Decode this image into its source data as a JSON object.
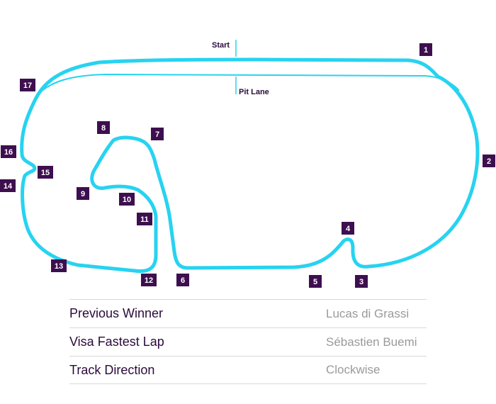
{
  "track": {
    "start_label": "Start",
    "pit_lane_label": "Pit Lane",
    "colors": {
      "track": "#27d3f0",
      "turn_box": "#3d0f4f",
      "text": "#2a0b3a"
    },
    "turns": [
      "1",
      "2",
      "3",
      "4",
      "5",
      "6",
      "7",
      "8",
      "9",
      "10",
      "11",
      "12",
      "13",
      "14",
      "15",
      "16",
      "17"
    ]
  },
  "info": {
    "rows": [
      {
        "label": "Previous Winner",
        "value": "Lucas di Grassi"
      },
      {
        "label": "Visa Fastest Lap",
        "value": "Sébastien Buemi"
      },
      {
        "label": "Track Direction",
        "value": "Clockwise"
      }
    ]
  }
}
